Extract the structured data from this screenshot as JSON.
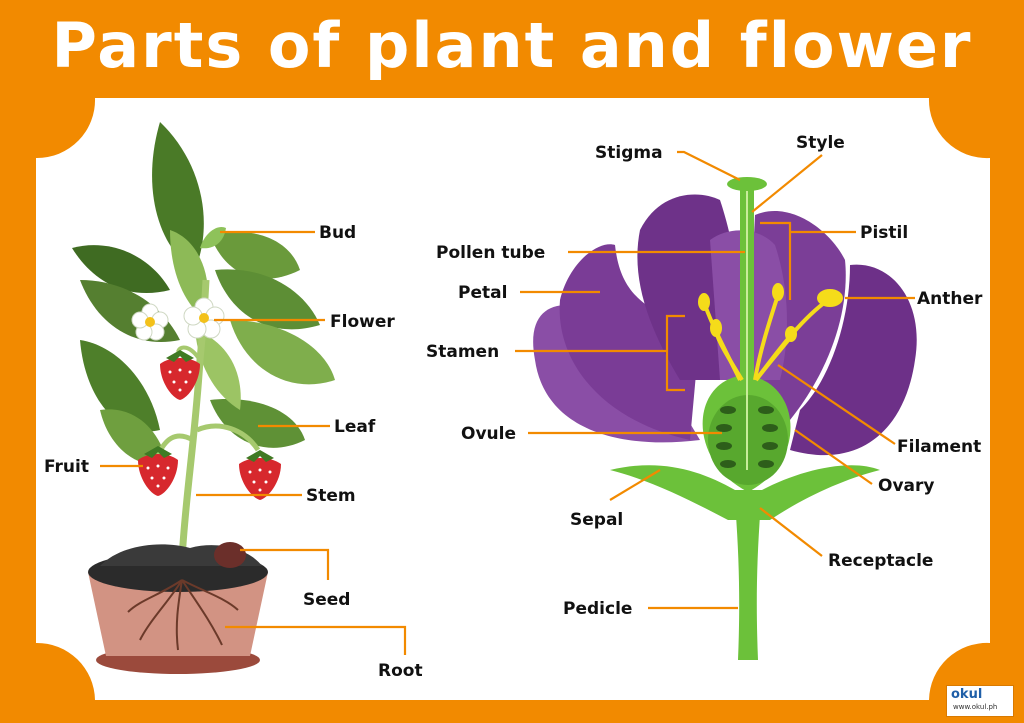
{
  "title": "Parts of plant and flower",
  "colors": {
    "frame": "#f28a00",
    "panel": "#ffffff",
    "leaf_dark": "#4f7d2a",
    "leaf_light": "#7cab47",
    "petal": "#7a3c96",
    "pistil_green": "#6cc13a",
    "stamen_yellow": "#f5dc1a",
    "fruit": "#d7282d",
    "pot": "#d29383"
  },
  "plant_labels": {
    "bud": "Bud",
    "flower": "Flower",
    "leaf": "Leaf",
    "fruit": "Fruit",
    "stem": "Stem",
    "seed": "Seed",
    "root": "Root"
  },
  "flower_labels": {
    "stigma": "Stigma",
    "style": "Style",
    "pistil": "Pistil",
    "pollen_tube": "Pollen tube",
    "petal": "Petal",
    "anther": "Anther",
    "stamen": "Stamen",
    "filament": "Filament",
    "ovule": "Ovule",
    "ovary": "Ovary",
    "sepal": "Sepal",
    "receptacle": "Receptacle",
    "pedicle": "Pedicle"
  },
  "logo": {
    "main": "okul",
    "sub": "www.okul.ph"
  }
}
